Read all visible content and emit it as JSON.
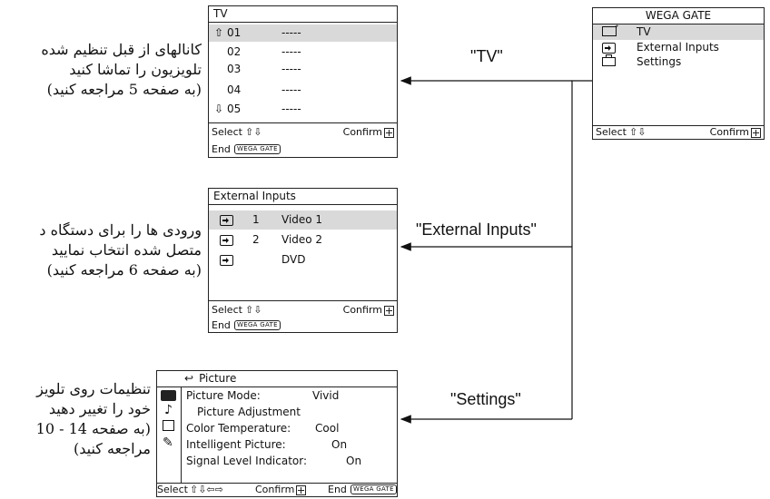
{
  "wega_gate": {
    "title": "WEGA GATE",
    "items": [
      {
        "label": "TV",
        "icon": "tv-icon"
      },
      {
        "label": "External Inputs",
        "icon": "external-input-icon"
      },
      {
        "label": "Settings",
        "icon": "toolbox-icon"
      }
    ],
    "footer_select": "Select",
    "footer_confirm": "Confirm"
  },
  "tv": {
    "title": "TV",
    "channels": [
      {
        "num": "01",
        "name": "-----"
      },
      {
        "num": "02",
        "name": "-----"
      },
      {
        "num": "03",
        "name": "-----"
      },
      {
        "num": "04",
        "name": "-----"
      },
      {
        "num": "05",
        "name": "-----"
      }
    ],
    "footer_select": "Select",
    "footer_confirm": "Confirm",
    "footer_end": "End",
    "end_key": "WEGA GATE"
  },
  "external_inputs": {
    "title": "External Inputs",
    "items": [
      {
        "num": "1",
        "name": "Video 1"
      },
      {
        "num": "2",
        "name": "Video 2"
      },
      {
        "num": "",
        "name": "DVD"
      }
    ],
    "footer_select": "Select",
    "footer_confirm": "Confirm",
    "footer_end": "End",
    "end_key": "WEGA GATE"
  },
  "settings": {
    "title": "Picture",
    "rows": [
      {
        "label": "Picture Mode:",
        "value": "Vivid"
      },
      {
        "label": "Picture Adjustment",
        "value": ""
      },
      {
        "label": "Color Temperature:",
        "value": "Cool"
      },
      {
        "label": "Intelligent Picture:",
        "value": "On"
      },
      {
        "label": "Signal Level Indicator:",
        "value": "On"
      }
    ],
    "footer_select": "Select",
    "footer_confirm": "Confirm",
    "footer_end": "End",
    "end_key": "WEGA GATE"
  },
  "arrow_labels": {
    "tv": "\"TV\"",
    "external": "\"External Inputs\"",
    "settings": "\"Settings\""
  },
  "descriptions": {
    "tv": [
      "کانالهای از قبل تنظیم شده",
      "تلویزیون را تماشا کنید",
      "(به صفحه 5 مراجعه کنید)"
    ],
    "external": [
      "ورودی ها را برای دستگاه د",
      "متصل شده انتخاب نمایید",
      "(به صفحه 6 مراجعه کنید)"
    ],
    "settings": [
      "تنظیمات روی تلویز",
      "خود را تغییر دهید",
      "(به صفحه 14 - 10",
      "مراجعه کنید)"
    ]
  }
}
